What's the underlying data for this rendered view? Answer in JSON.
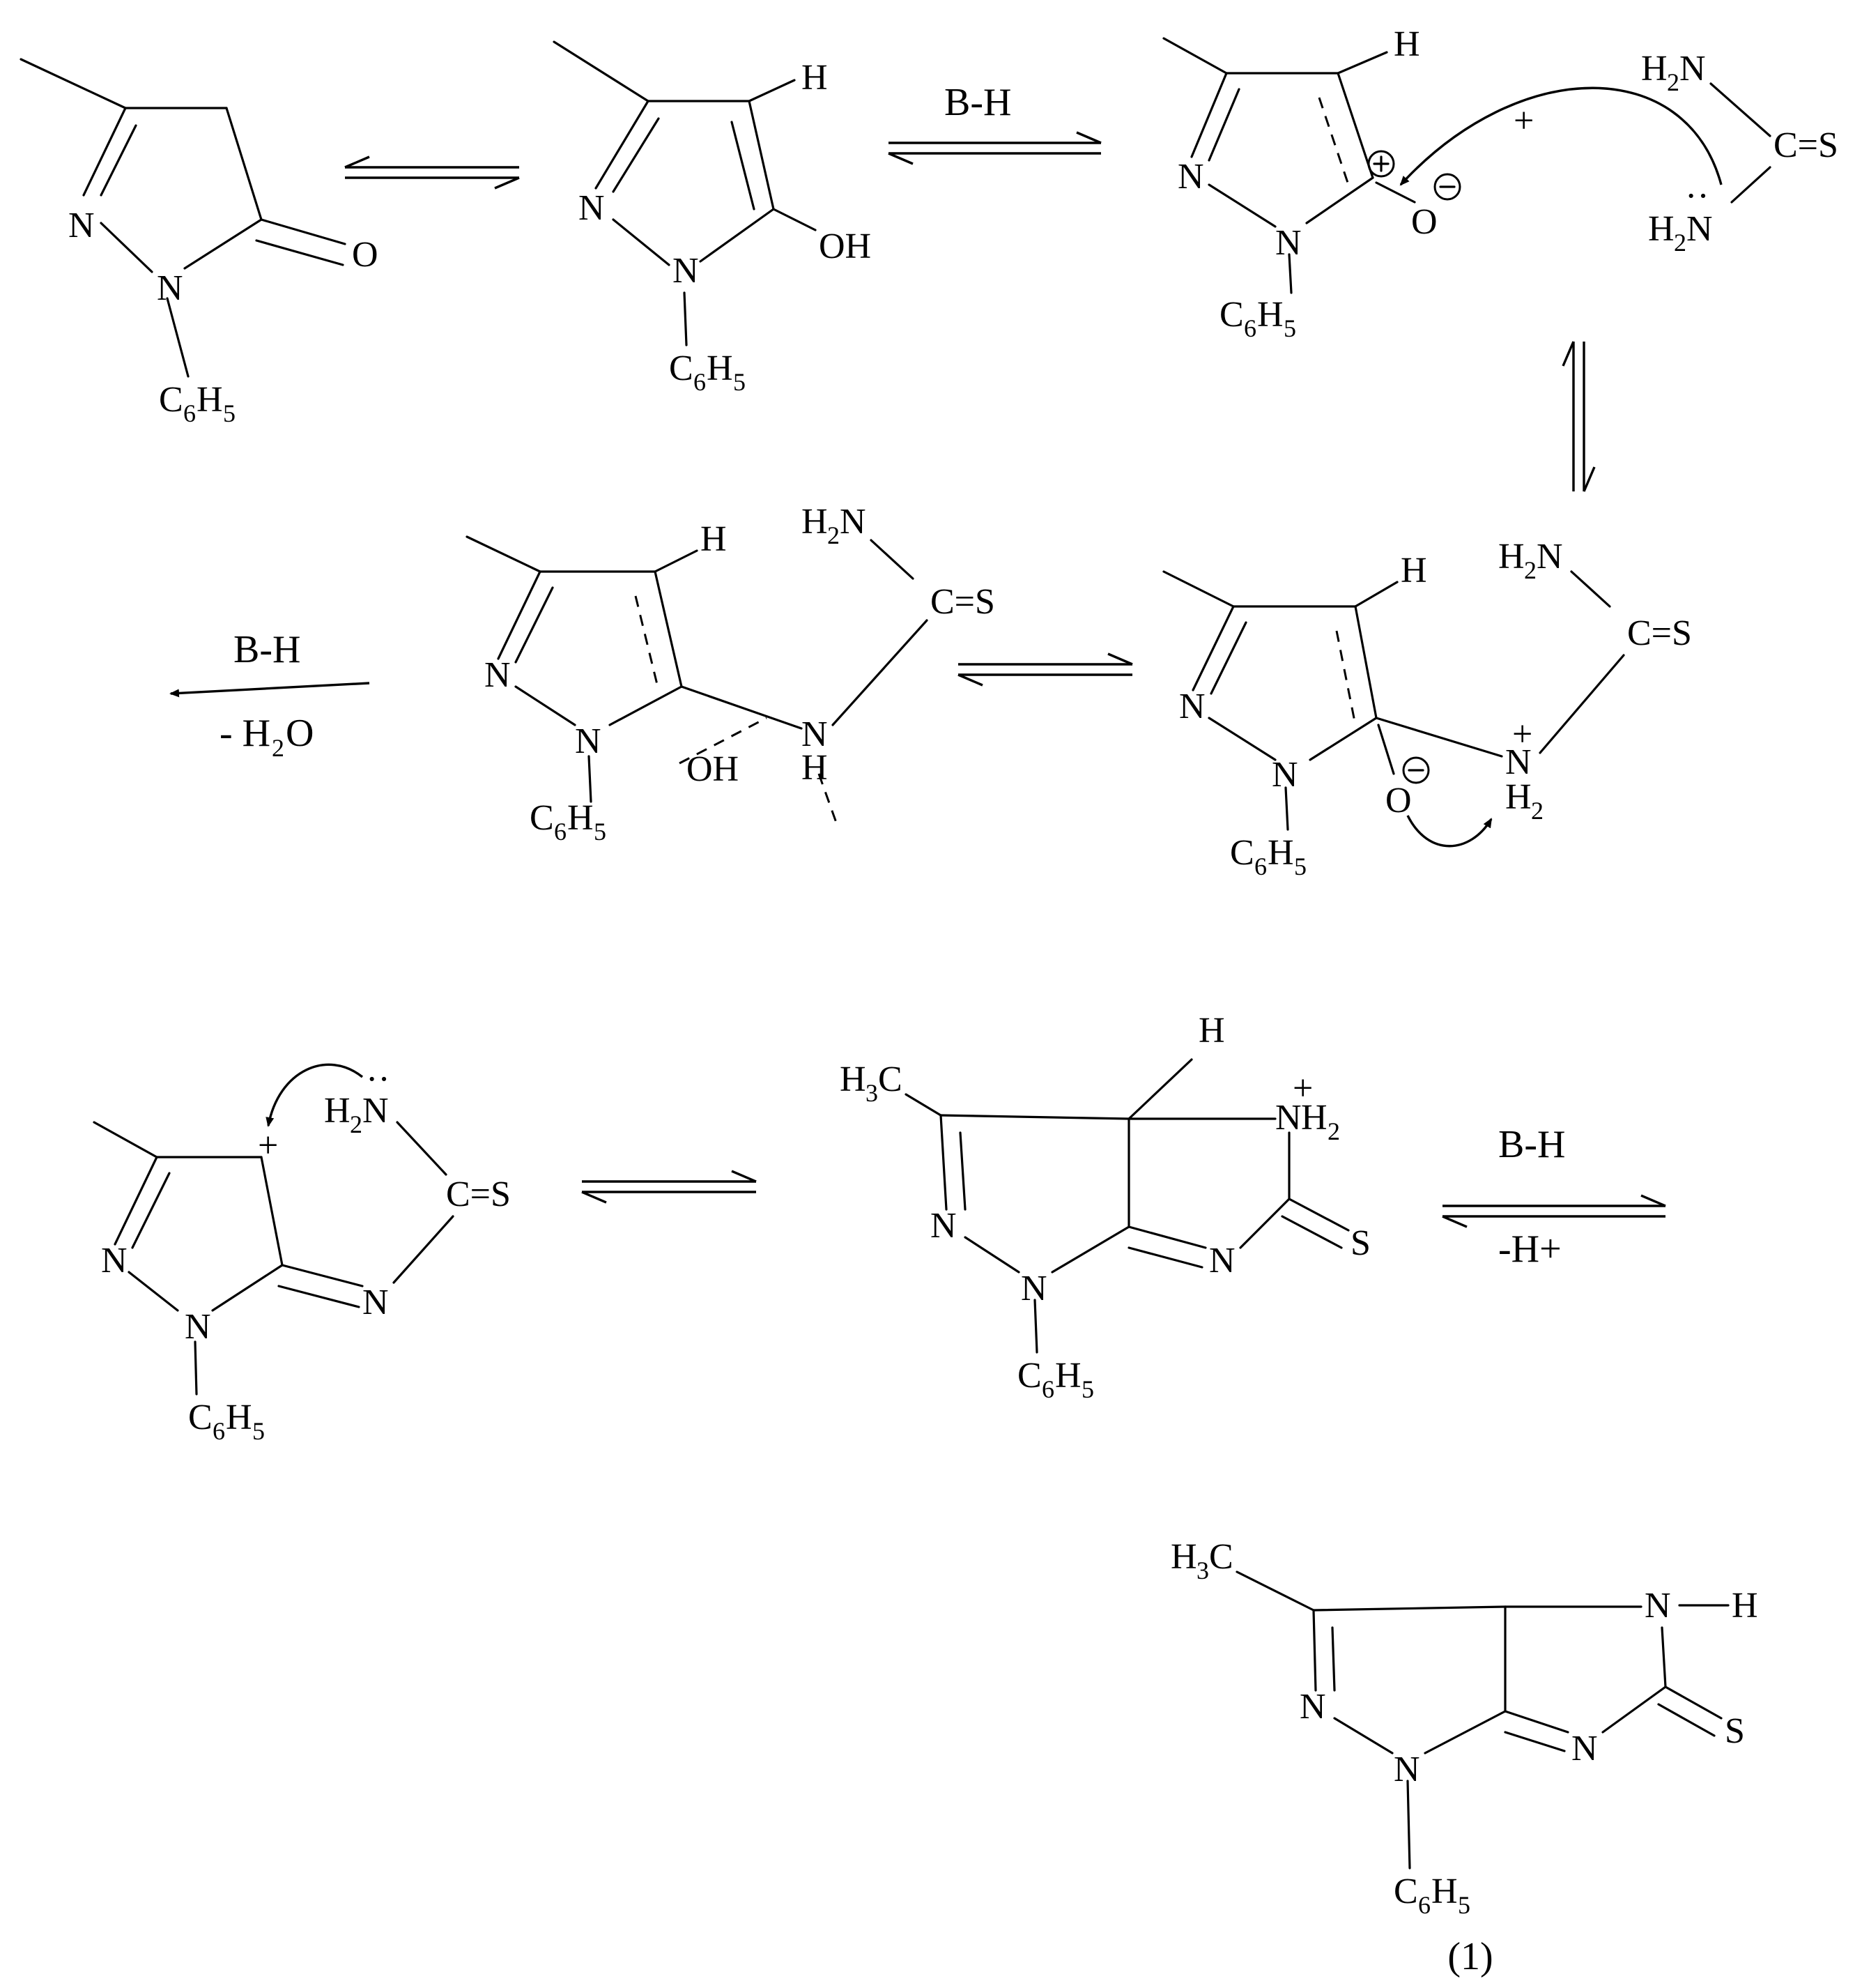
{
  "labels": {
    "N": "N",
    "O": "O",
    "OH": "OH",
    "H": "H",
    "S": "S",
    "CS": "C=S",
    "C": "C",
    "N_sym": "N",
    "sub2": "2",
    "sub3": "3",
    "sub5": "5",
    "sub6": "6",
    "plus": "+",
    "minus": "−",
    "lone_pair": "··"
  },
  "reagent_labels": {
    "bh": "B-H",
    "minus_water_prefix": "- H",
    "minus_water_suffix": "O",
    "minus_proton": "-H+"
  },
  "product_number": "(1)"
}
